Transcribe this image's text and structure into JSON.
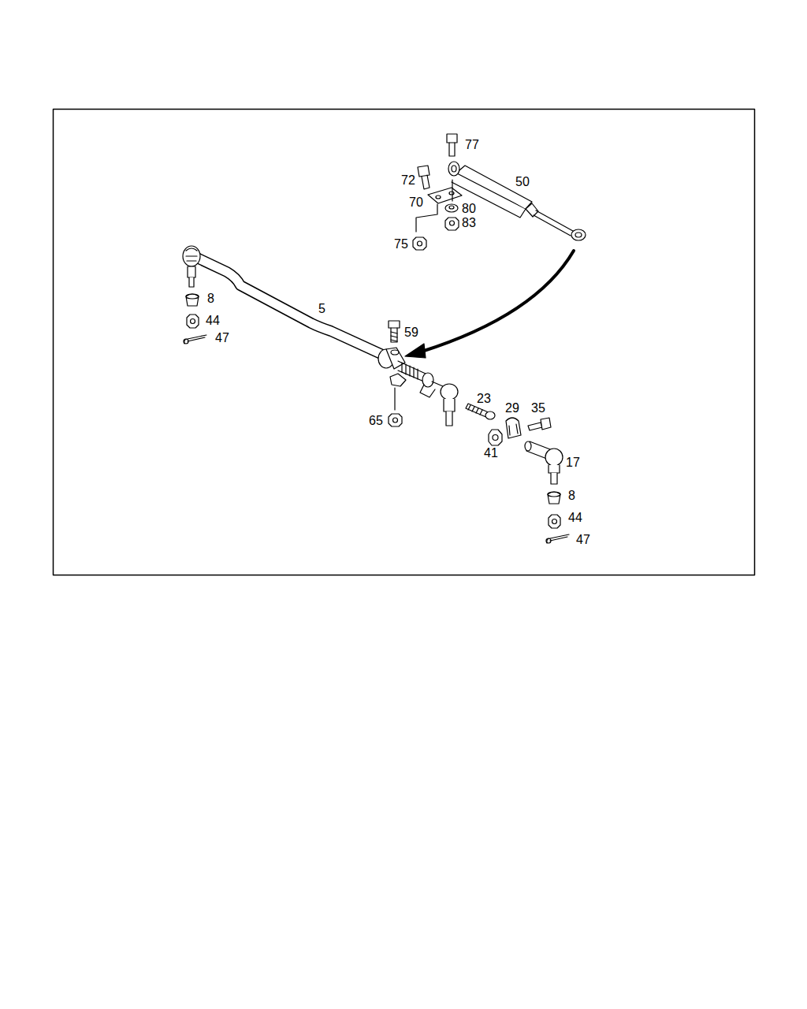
{
  "diagram": {
    "labels": [
      "77",
      "72",
      "50",
      "70",
      "80",
      "83",
      "75",
      "5",
      "8",
      "44",
      "47",
      "59",
      "23",
      "29",
      "35",
      "65",
      "41",
      "17",
      "8",
      "44",
      "47"
    ]
  }
}
